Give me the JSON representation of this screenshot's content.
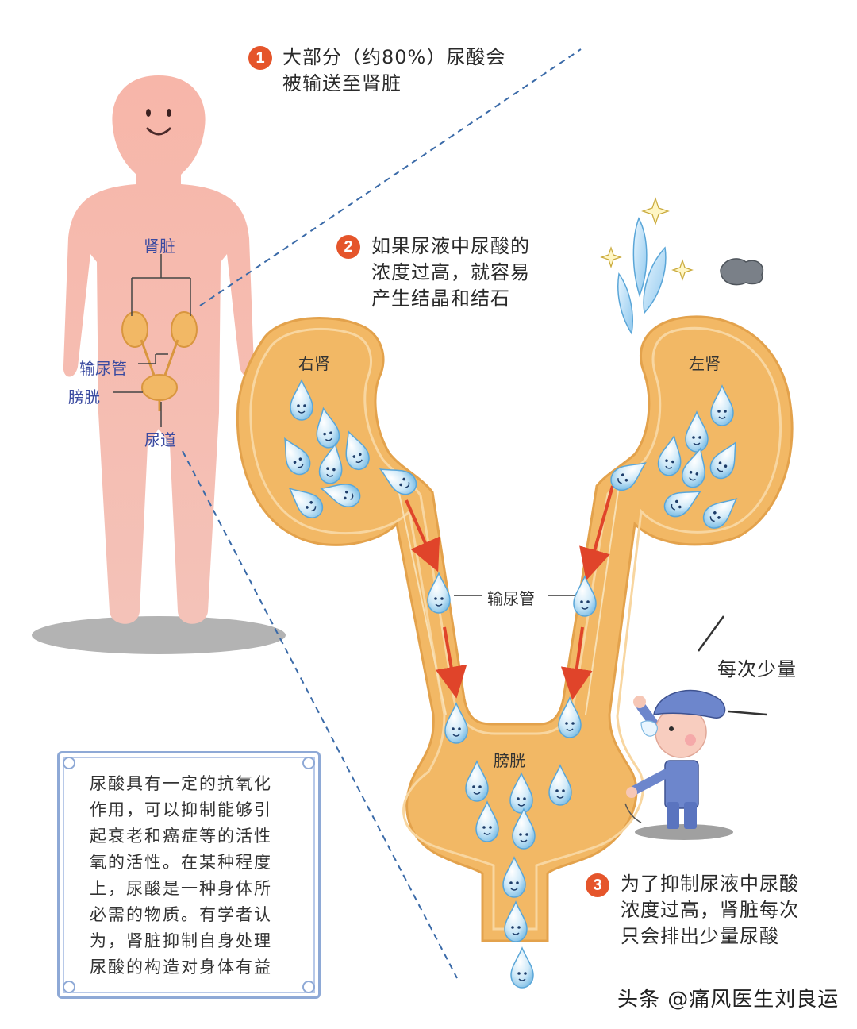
{
  "steps": [
    {
      "num": "1",
      "lines": [
        "大部分（约80%）尿酸会",
        "被输送至肾脏"
      ]
    },
    {
      "num": "2",
      "lines": [
        "如果尿液中尿酸的",
        "浓度过高，就容易",
        "产生结晶和结石"
      ]
    },
    {
      "num": "3",
      "lines": [
        "为了抑制尿液中尿酸",
        "浓度过高，肾脏每次",
        "只会排出少量尿酸"
      ]
    }
  ],
  "body_labels": {
    "kidney": "肾脏",
    "ureter": "输尿管",
    "bladder": "膀胱",
    "urethra": "尿道"
  },
  "detail_labels": {
    "right_kidney": "右肾",
    "left_kidney": "左肾",
    "ureter": "输尿管",
    "bladder": "膀胱"
  },
  "officer_speech": "每次少量",
  "note": "尿酸具有一定的抗氧化\n作用，可以抑制能够引\n起衰老和癌症等的活性\n氧的活性。在某种程度\n上，尿酸是一种身体所\n必需的物质。有学者认\n为，肾脏抑制自身处理\n尿酸的构造对身体有益",
  "watermark": "头条 @痛风医生刘良运",
  "colors": {
    "organ_fill": "#f2b865",
    "organ_outline": "#e3a24c",
    "body_pink": "#f6b3a7",
    "arrow_red": "#e0442a",
    "badge": "#e5552b",
    "droplet_blue": "#9fd0ef"
  }
}
